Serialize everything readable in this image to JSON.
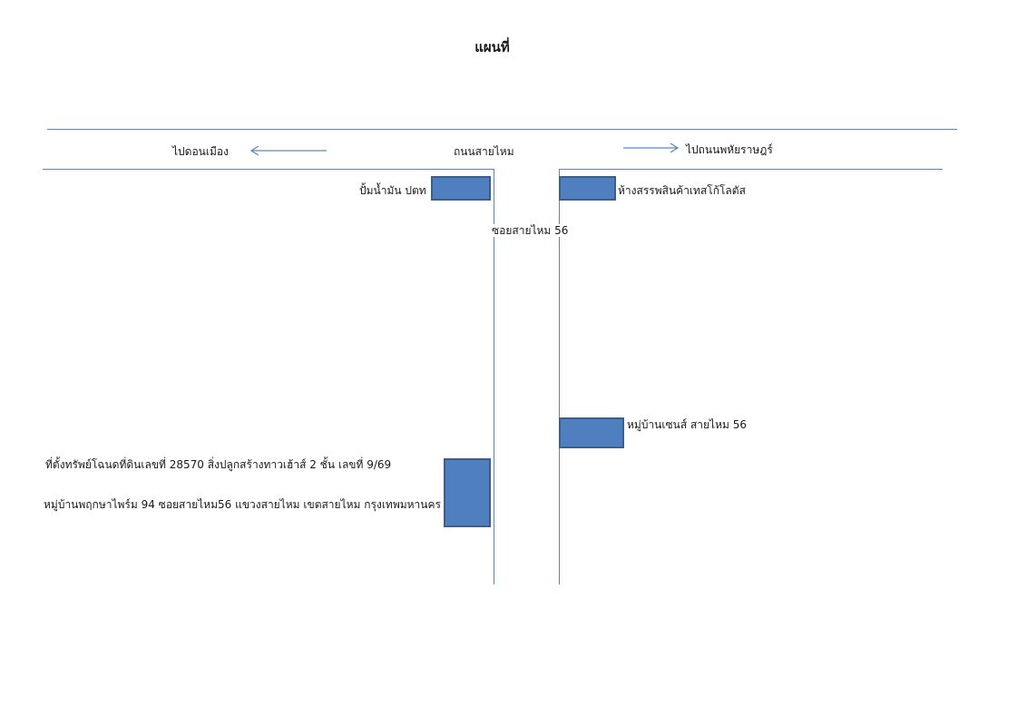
{
  "title": "แผนที่",
  "roads": {
    "main_road": "ถนนสายไหม",
    "side_road": "ซอยสายไหม 56",
    "to_left": "ไปดอนเมือง",
    "to_right": "ไปถนนพหัยราษฎร์"
  },
  "landmarks": {
    "gas_station": "ปั้มน้ำมัน ปตท",
    "mall": "ห้างสรรพสินค้าเทสโก้โลตัส",
    "village": "หมู่บ้านเซนส์ สายไหม 56"
  },
  "property": {
    "line1": "ที่ตั้งทรัพย์โฉนดที่ดินเลขที่ 28570 สิ่งปลูกสร้างทาวเฮ้าส์ 2 ชั้น เลขที่ 9/69",
    "line2": "หมู่บ้านพฤกษาไพร์ม 94 ซอยสายไหม56 แขวงสายไหม  เขตสายไหม  กรุงเทพมหานคร"
  },
  "colors": {
    "road_line": "#5b86bd",
    "box_fill": "#4f7fbf",
    "box_border": "#3a5f8f"
  }
}
